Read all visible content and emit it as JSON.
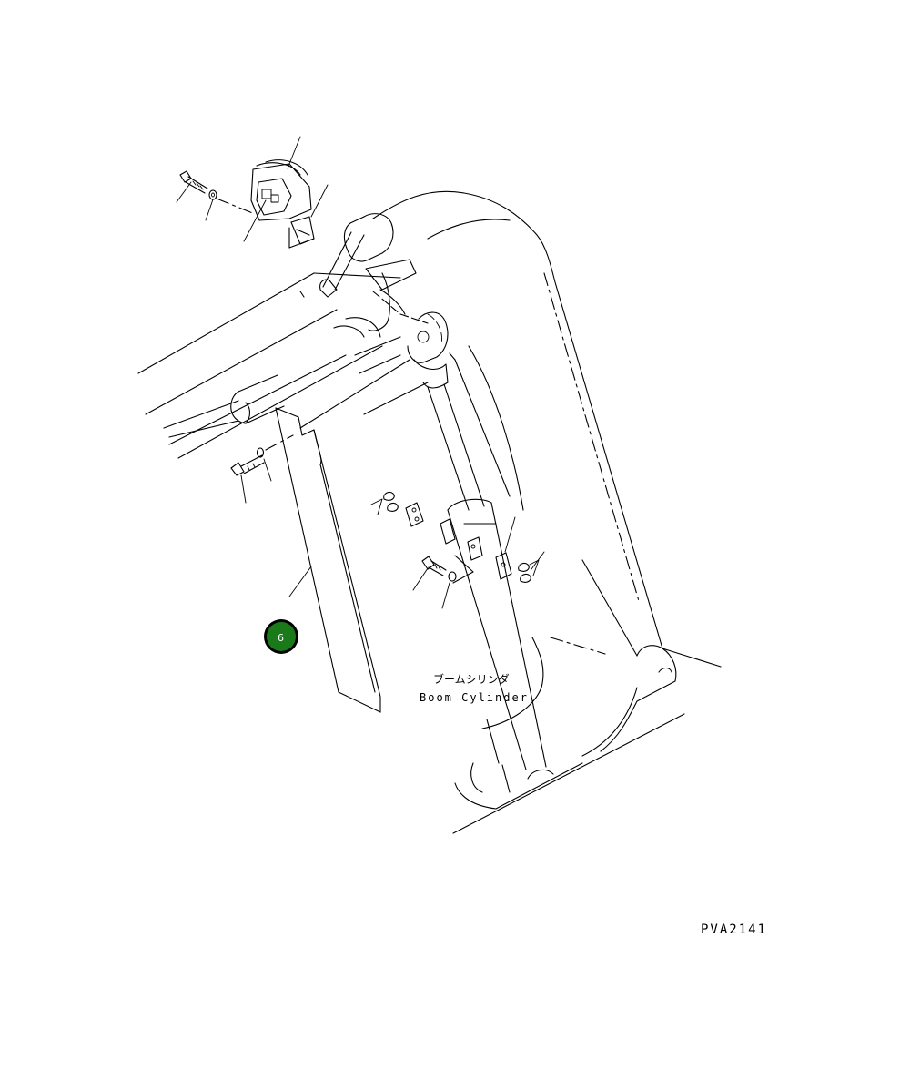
{
  "labels": {
    "boom_cylinder_jp": "ブームシリンダ",
    "boom_cylinder_en": "Boom Cylinder"
  },
  "callouts": [
    {
      "number": "6",
      "color": "#1a7a1a",
      "ring_color": "#000000"
    }
  ],
  "drawing_code": "PVA2141"
}
